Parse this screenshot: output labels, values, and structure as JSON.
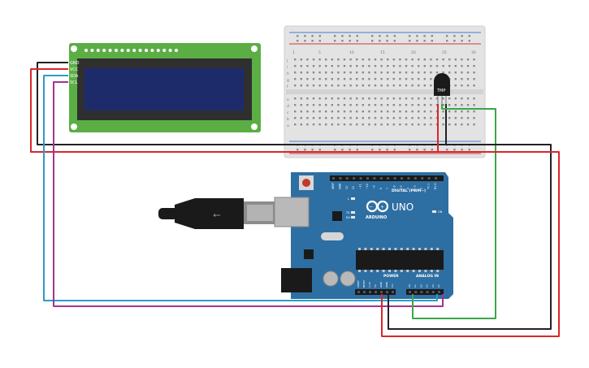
{
  "lcd": {
    "pins": [
      "GND",
      "VCC",
      "SDA",
      "SCL"
    ]
  },
  "sensor": {
    "label": "TMP"
  },
  "arduino": {
    "logo": "UNO",
    "brand": "ARDUINO",
    "digital_label": "DIGITAL (PWM~)",
    "digital_pins": [
      "AREF",
      "GND",
      "13",
      "12",
      "~11",
      "~10",
      "~9",
      "8",
      "7",
      "~6",
      "~5",
      "4",
      "~3",
      "2",
      "TX 1",
      "RX 0"
    ],
    "power_label": "POWER",
    "analog_label": "ANALOG IN",
    "power_pins": [
      "IOREF",
      "RESET",
      "3.3V",
      "5V",
      "GND",
      "GND",
      "Vin"
    ],
    "analog_pins": [
      "A0",
      "A1",
      "A2",
      "A3",
      "A4",
      "A5"
    ],
    "led_labels": [
      "L",
      "TX",
      "RX",
      "ON"
    ]
  },
  "breadboard": {
    "columns": [
      "1",
      "5",
      "10",
      "15",
      "20",
      "25",
      "30"
    ],
    "rows_top": [
      "j",
      "i",
      "h",
      "g",
      "f"
    ],
    "rows_bottom": [
      "e",
      "d",
      "c",
      "b",
      "a"
    ]
  },
  "colors": {
    "wire_red": "#d9262a",
    "wire_black": "#222222",
    "wire_green": "#3aa64a",
    "wire_cyan": "#2a9dc7",
    "wire_magenta": "#a3338f",
    "board_blue": "#2e6fa3",
    "pcb_green": "#5aae44",
    "lcd_screen": "#1e2b6b"
  }
}
